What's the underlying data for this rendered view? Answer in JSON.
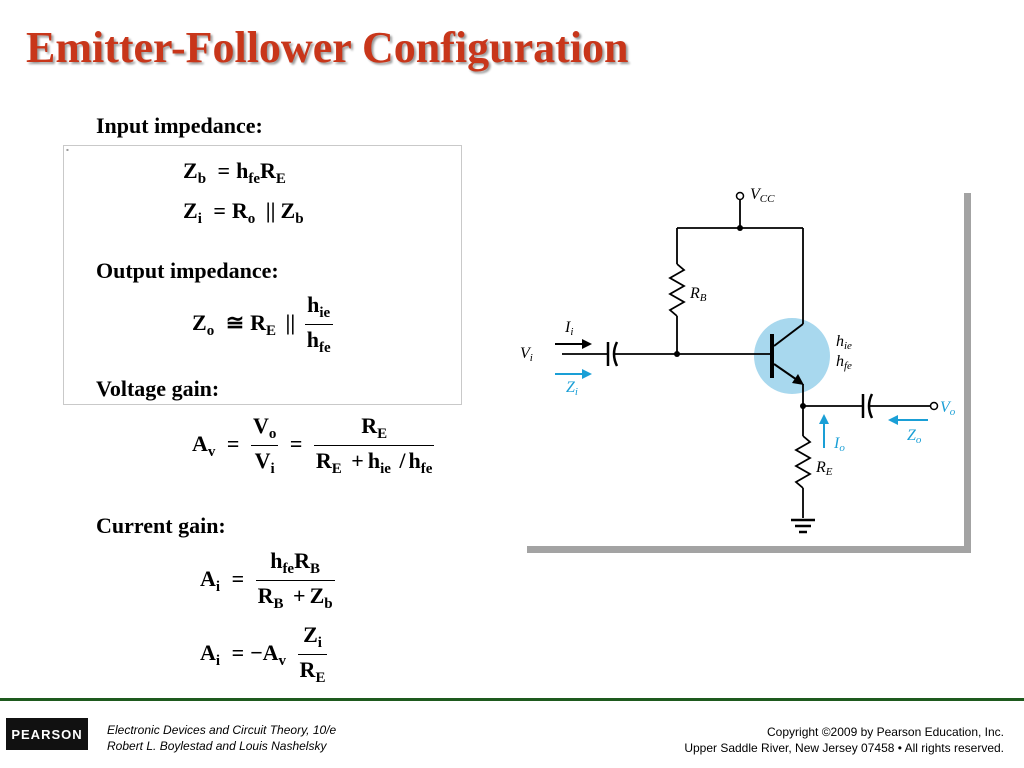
{
  "title": "Emitter-Follower Configuration",
  "headings": {
    "input_impedance": "Input impedance:",
    "output_impedance": "Output impedance:",
    "voltage_gain": "Voltage gain:",
    "current_gain": "Current gain:"
  },
  "equations": {
    "zb": {
      "lhs": "Z",
      "lhs_sub": "b",
      "rhs1": "h",
      "rhs1_sub": "fe",
      "rhs2": "R",
      "rhs2_sub": "E"
    },
    "zi": {
      "lhs": "Z",
      "lhs_sub": "i",
      "a": "R",
      "a_sub": "o",
      "par": "||",
      "b": "Z",
      "b_sub": "b"
    },
    "zo": {
      "lhs": "Z",
      "lhs_sub": "o",
      "approx": "≅",
      "a": "R",
      "a_sub": "E",
      "par": "||",
      "num": "h",
      "num_sub": "ie",
      "den": "h",
      "den_sub": "fe"
    },
    "av": {
      "lhs": "A",
      "lhs_sub": "v",
      "f1_num": "V",
      "f1_num_sub": "o",
      "f1_den": "V",
      "f1_den_sub": "i",
      "f2_num": "R",
      "f2_num_sub": "E",
      "f2_den_a": "R",
      "f2_den_a_sub": "E",
      "plus": "+",
      "f2_den_b": "h",
      "f2_den_b_sub": "ie",
      "slash": "/",
      "f2_den_c": "h",
      "f2_den_c_sub": "fe"
    },
    "ai1": {
      "lhs": "A",
      "lhs_sub": "i",
      "num_a": "h",
      "num_a_sub": "fe",
      "num_b": "R",
      "num_b_sub": "B",
      "den_a": "R",
      "den_a_sub": "B",
      "plus": "+",
      "den_b": "Z",
      "den_b_sub": "b"
    },
    "ai2": {
      "lhs": "A",
      "lhs_sub": "i",
      "neg": "−",
      "a": "A",
      "a_sub": "v",
      "num": "Z",
      "num_sub": "i",
      "den": "R",
      "den_sub": "E"
    }
  },
  "circuit": {
    "vcc": "V",
    "vcc_sub": "CC",
    "rb": "R",
    "rb_sub": "B",
    "ii": "I",
    "ii_sub": "i",
    "vi": "V",
    "vi_sub": "i",
    "zi": "Z",
    "zi_sub": "i",
    "hie": "h",
    "hie_sub": "ie",
    "hfe": "h",
    "hfe_sub": "fe",
    "vo": "V",
    "vo_sub": "o",
    "io": "I",
    "io_sub": "o",
    "zo": "Z",
    "zo_sub": "o",
    "re": "R",
    "re_sub": "E",
    "colors": {
      "transistor_highlight": "#a8d8ee",
      "annotation": "#1a9fd6",
      "wire": "#000000"
    }
  },
  "footer": {
    "logo": "PEARSON",
    "book_line1": "Electronic Devices and Circuit Theory, 10/e",
    "book_line2": "Robert L. Boylestad and Louis Nashelsky",
    "copyright_line1": "Copyright ©2009 by Pearson Education, Inc.",
    "copyright_line2": "Upper Saddle River, New Jersey 07458 • All rights reserved."
  },
  "colors": {
    "title": "#c8361a",
    "footer_rule": "#1e5a1e"
  }
}
